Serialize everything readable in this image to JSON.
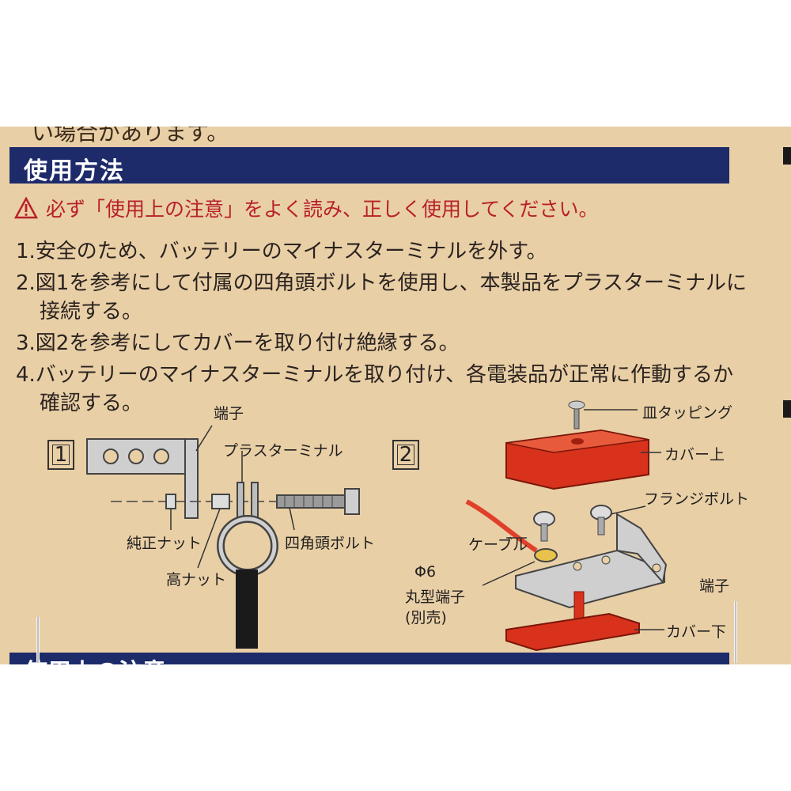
{
  "top_fragment": "い場合があります。",
  "section_title": "使用方法",
  "warning": "必ず「使用上の注意」をよく読み、正しく使用してください。",
  "steps": [
    {
      "line1": "1.安全のため、バッテリーのマイナスターミナルを外す。",
      "line2": ""
    },
    {
      "line1": "2.図1を参考にして付属の四角頭ボルトを使用し、本製品をプラスターミナルに",
      "line2": "接続する。"
    },
    {
      "line1": "3.図2を参考にしてカバーを取り付け絶縁する。",
      "line2": ""
    },
    {
      "line1": "4.バッテリーのマイナスターミナルを取り付け、各電装品が正常に作動するか",
      "line2": "確認する。"
    }
  ],
  "figure1": {
    "number": "1",
    "labels": {
      "terminal": "端子",
      "plus_terminal": "プラスターミナル",
      "genuine_nut": "純正ナット",
      "square_bolt": "四角頭ボルト",
      "tall_nut": "高ナット"
    }
  },
  "figure2": {
    "number": "2",
    "labels": {
      "tapping_screw": "皿タッピング",
      "cover_top": "カバー上",
      "flange_bolt": "フランジボルト",
      "cable": "ケーブル",
      "phi": "Φ6",
      "round_terminal": "丸型端子",
      "sold_separately": "(別売)",
      "terminal": "端子",
      "cover_bottom": "カバー下"
    }
  },
  "next_section_title": "使用上の注意",
  "colors": {
    "background": "#e9cfa6",
    "section_bar": "#1d2b6a",
    "warning_text": "#b8202a",
    "cover_red": "#d8321c"
  },
  "icons": [
    "warning-triangle-icon"
  ]
}
